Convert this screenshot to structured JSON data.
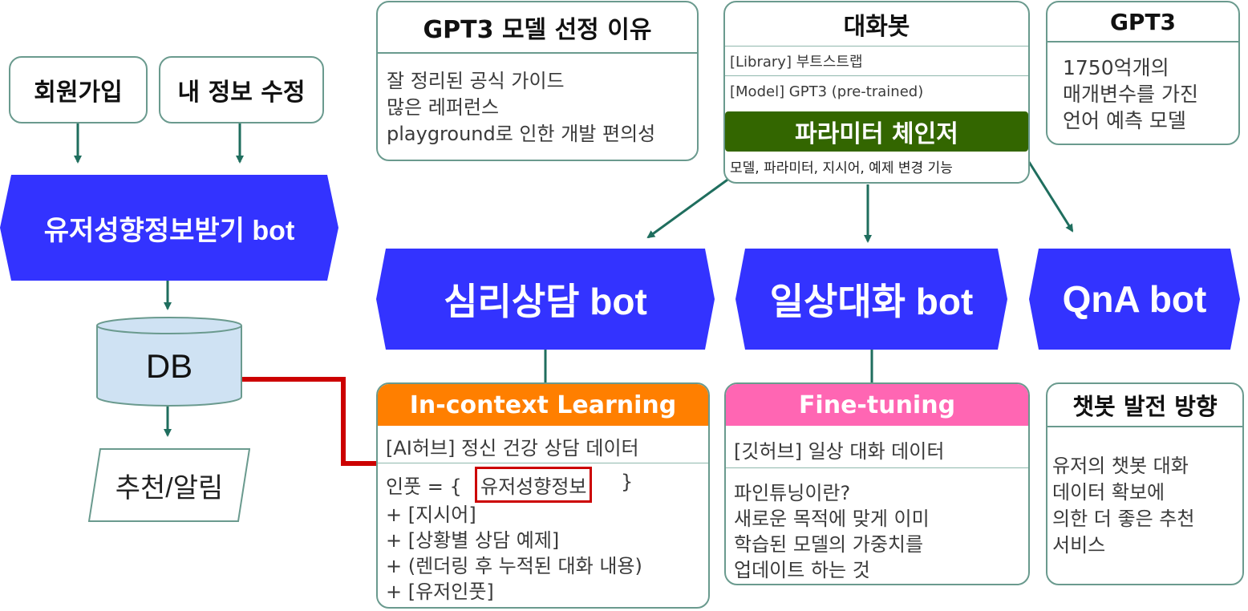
{
  "signup": {
    "label": "회원가입"
  },
  "edit_info": {
    "label": "내 정보 수정"
  },
  "user_bot": {
    "label": "유저성향정보받기 bot"
  },
  "db": {
    "label": "DB"
  },
  "recommend": {
    "label": "추천/알림"
  },
  "gpt3_reason": {
    "title": "GPT3 모델 선정 이유",
    "lines": [
      "잘 정리된 공식 가이드",
      "많은 레퍼런스",
      "playground로 인한 개발 편의성"
    ]
  },
  "chatbot": {
    "title": "대화봇",
    "library": "[Library] 부트스트랩",
    "model": "[Model] GPT3 (pre-trained)",
    "changer_title": "파라미터 체인저",
    "changer_desc": "모델, 파라미터, 지시어, 예제 변경 기능"
  },
  "gpt3": {
    "title": "GPT3",
    "lines": [
      "1750억개의",
      "매개변수를 가진",
      "언어 예측 모델"
    ]
  },
  "bots": {
    "counsel": "심리상담 bot",
    "daily": "일상대화 bot",
    "qna": "QnA bot"
  },
  "icl": {
    "title": "In-context Learning",
    "source": "[AI허브] 정신 건강 상담 데이터",
    "input_prefix": "인풋 = {",
    "input_highlight": "유저성향정보",
    "input_suffix": "}",
    "items": [
      "+ [지시어]",
      "+ [상황별 상담 예제]",
      "+ (렌더링 후 누적된 대화 내용)",
      "+ [유저인풋]"
    ]
  },
  "finetune": {
    "title": "Fine-tuning",
    "source": "[깃허브] 일상 대화 데이터",
    "lines": [
      "파인튜닝이란?",
      "새로운 목적에 맞게 이미",
      "학습된 모델의 가중치를",
      "업데이트 하는 것"
    ]
  },
  "future": {
    "title": "챗봇 발전 방향",
    "lines": [
      "유저의 챗봇 대화",
      "데이터 확보에",
      "의한 더 좋은 추천",
      "서비스"
    ]
  },
  "colors": {
    "bot_blue": "#3333ff",
    "arrow_green": "#1f6e5e",
    "arrow_red": "#cc0000",
    "icl_orange": "#ff7f00",
    "finetune_pink": "#ff66b3",
    "changer_green": "#336600",
    "db_fill": "#cfe2f3"
  }
}
